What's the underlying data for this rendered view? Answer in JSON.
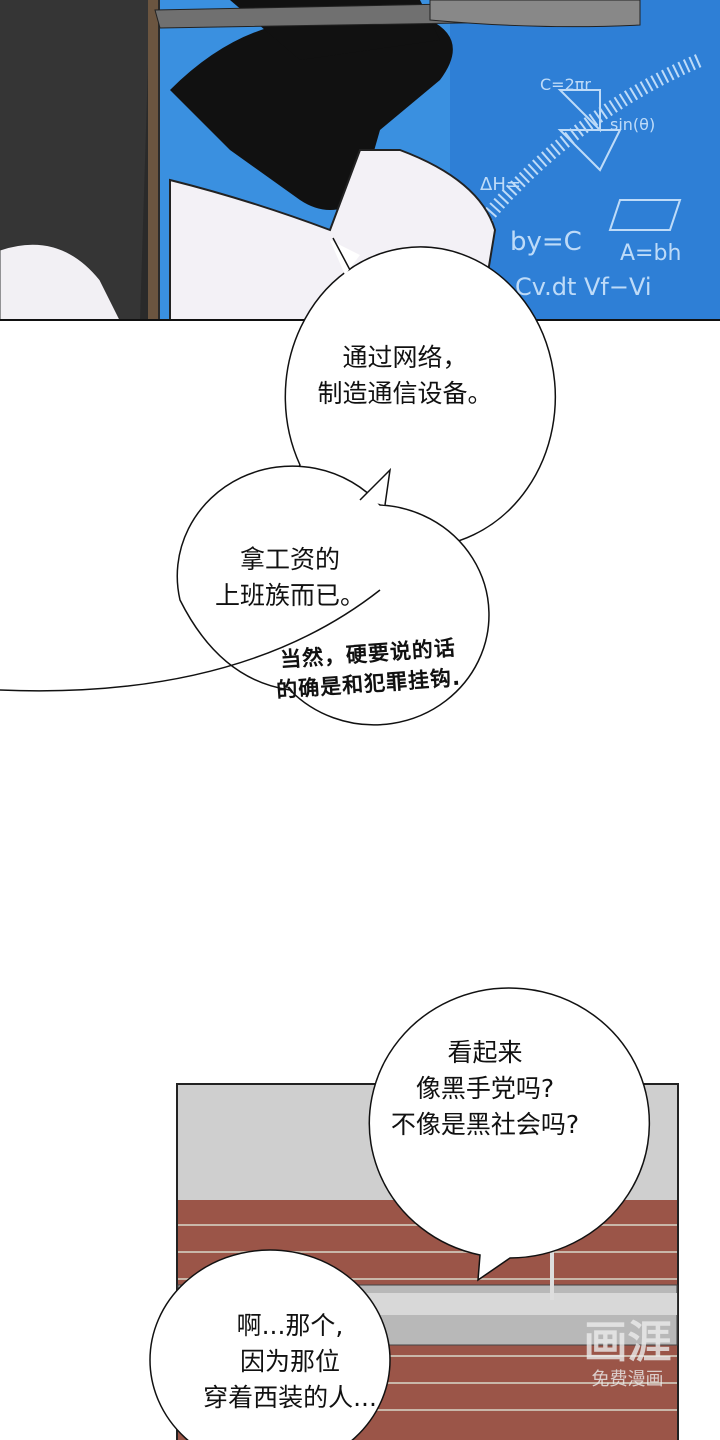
{
  "panels": {
    "top": {
      "chalkboard_color": "#2e7fd6"
    },
    "bottom": {
      "wall_color": "#cfcfcf",
      "brick_color": "#9b5548"
    }
  },
  "bubbles": [
    {
      "lines": [
        "通过网络，",
        "制造通信设备。"
      ]
    },
    {
      "lines": [
        "拿工资的",
        "上班族而已。"
      ]
    },
    {
      "lines": [
        "看起来",
        "像黑手党吗?",
        "不像是黑社会吗?"
      ]
    },
    {
      "lines": [
        "啊...那个,",
        "因为那位",
        "穿着西装的人..."
      ]
    }
  ],
  "handwritten": {
    "lines": [
      "当然，硬要说的话",
      "的确是和犯罪挂钩."
    ]
  },
  "watermark": {
    "logo": "画涯",
    "caption": "免费漫画"
  }
}
